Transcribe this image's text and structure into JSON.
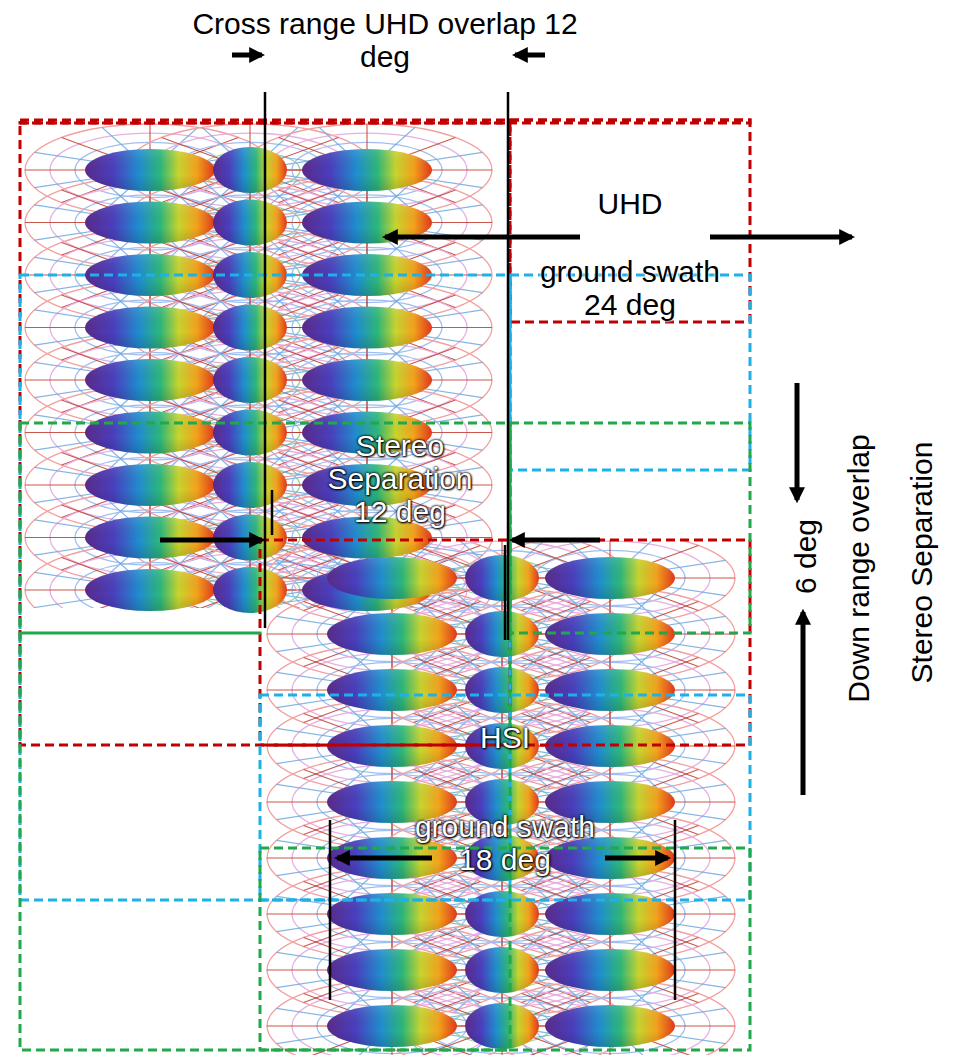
{
  "diagram": {
    "labels": [
      "Cross range UHD overlap 12 deg",
      "UHD",
      "ground swath 24 deg",
      "Stereo Separation 12 deg",
      "HSI",
      "ground swath 18 deg",
      "6 deg",
      "Down range overlap",
      "Stereo Separation"
    ]
  }
}
